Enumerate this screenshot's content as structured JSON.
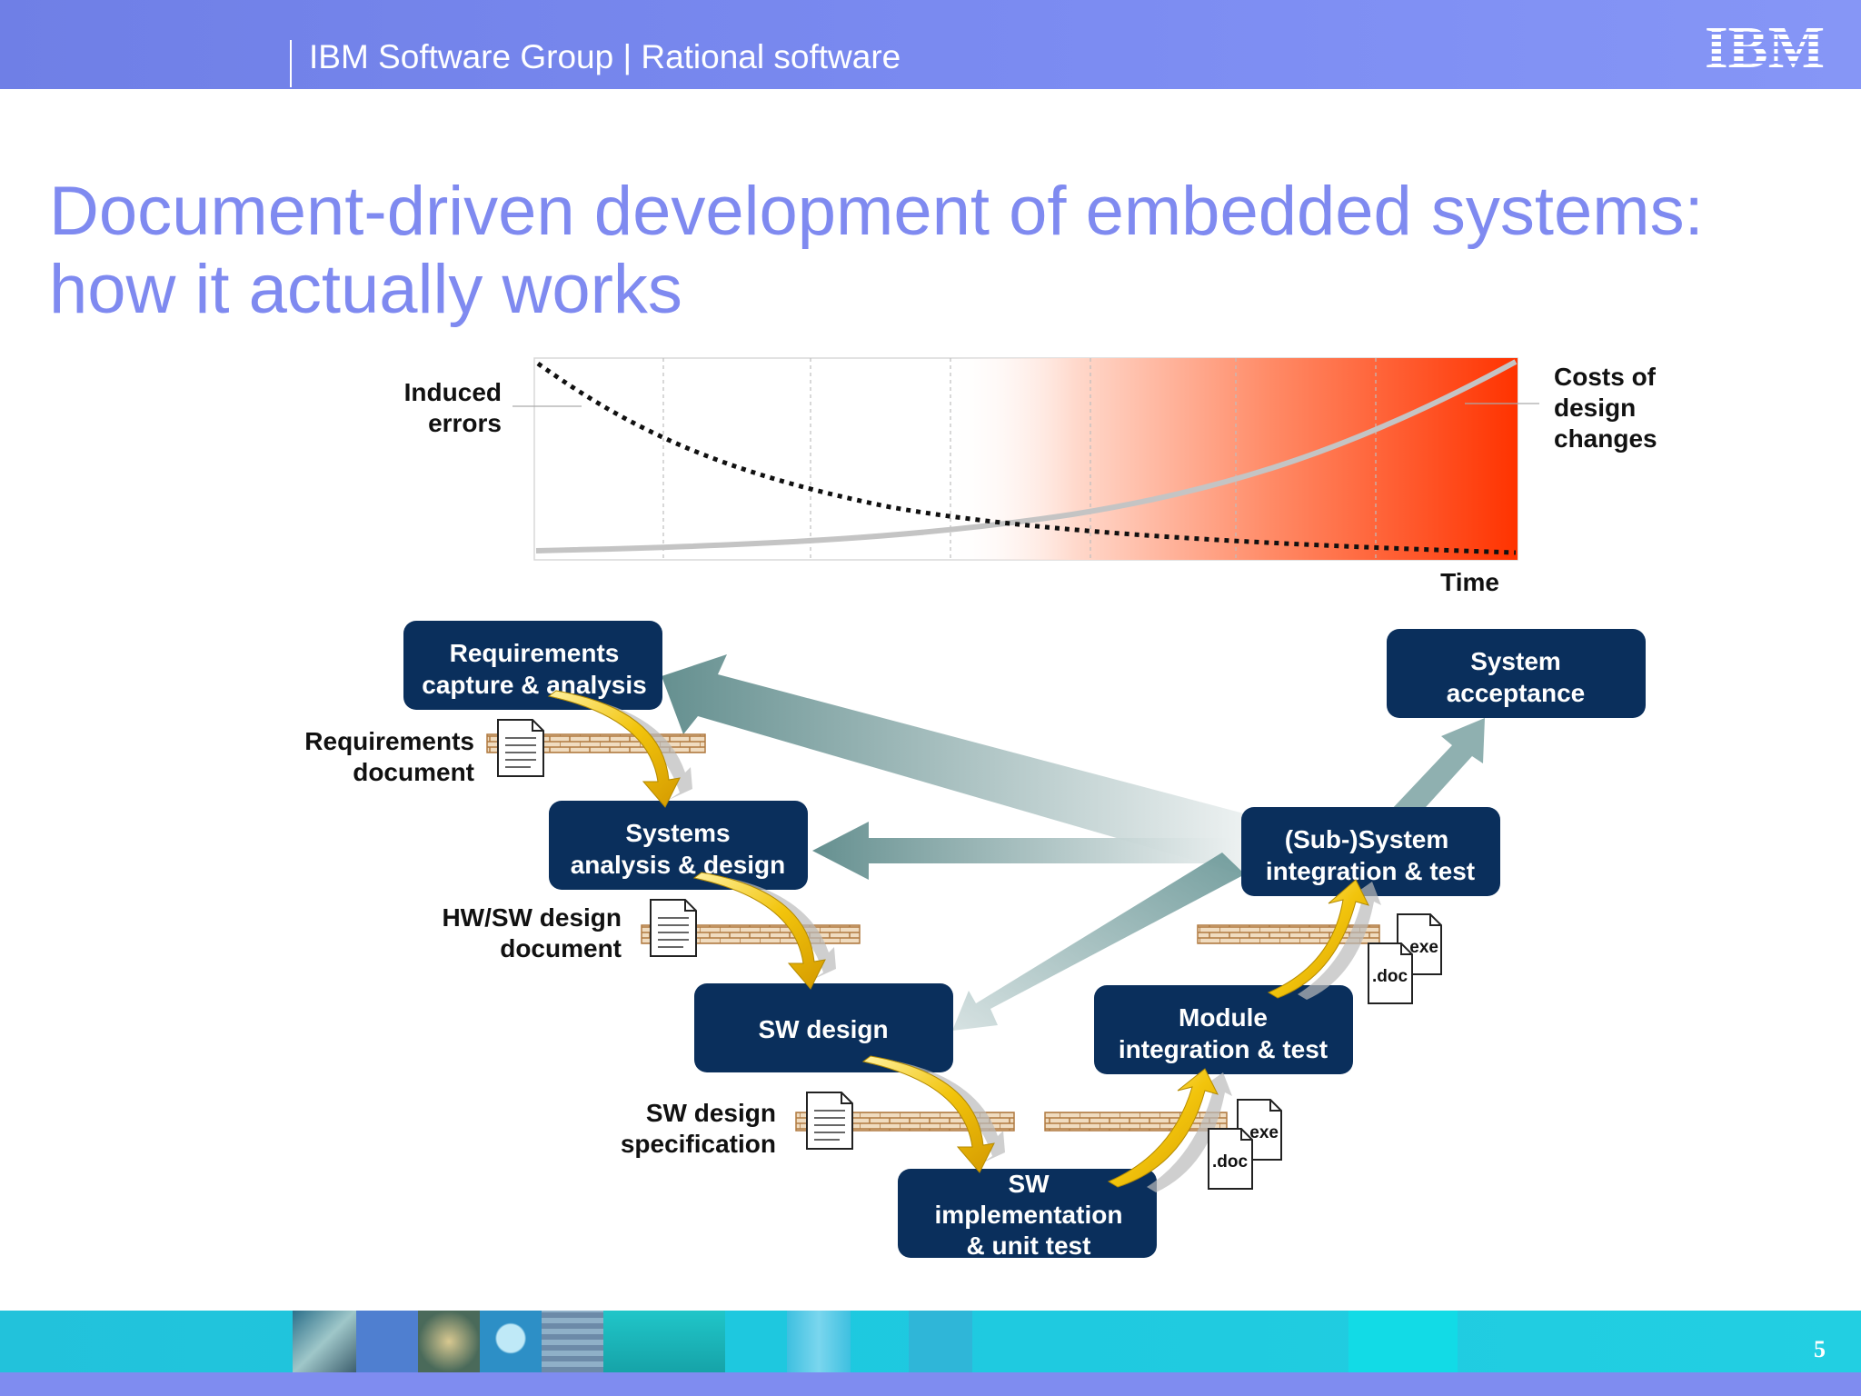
{
  "header": {
    "title": "IBM Software Group | Rational software",
    "logo_text": "IBM",
    "background_color": "#7c8cf2"
  },
  "slide": {
    "title_line1": "Document-driven development of embedded systems:",
    "title_line2": "how it actually works",
    "title_color": "#7f8af0",
    "page_number": "5"
  },
  "cost_chart": {
    "label_left_line1": "Induced",
    "label_left_line2": "errors",
    "label_right_line1": "Costs of",
    "label_right_line2": "design",
    "label_right_line3": "changes",
    "x_axis_label": "Time",
    "gradient_color": "#ff3300"
  },
  "stages": {
    "requirements_line1": "Requirements",
    "requirements_line2": "capture & analysis",
    "systems_line1": "Systems",
    "systems_line2": "analysis & design",
    "sw_design": "SW design",
    "sw_impl_line1": "SW",
    "sw_impl_line2": "implementation",
    "sw_impl_line3": "& unit test",
    "module_line1": "Module",
    "module_line2": "integration & test",
    "subsystem_line1": "(Sub-)System",
    "subsystem_line2": "integration & test",
    "acceptance_line1": "System",
    "acceptance_line2": "acceptance",
    "box_color": "#0a2f5c"
  },
  "documents": {
    "req_doc_line1": "Requirements",
    "req_doc_line2": "document",
    "hwsw_line1": "HW/SW design",
    "hwsw_line2": "document",
    "swspec_line1": "SW design",
    "swspec_line2": "specification",
    "exe_label": ".exe",
    "doc_label": ".doc"
  }
}
